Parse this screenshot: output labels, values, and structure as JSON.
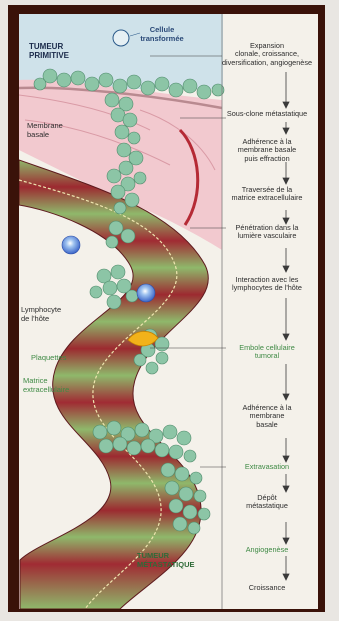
{
  "labels": {
    "cellule_transformee": "Cellule\ntransformée",
    "tumeur_primitive": "TUMEUR\nPRIMITIVE",
    "membrane_basale": "Membrane\nbasale",
    "lymphocyte": "Lymphocyte\nde l'hôte",
    "plaquettes": "Plaquettes",
    "matrice": "Matrice\nextracellulaire",
    "tumeur_metastatique": "TUMEUR\nMÉTASTATIQUE"
  },
  "steps": [
    "Expansion\nclonale, croissance,\ndiversification, angiogenèse",
    "Sous-clone métastatique",
    "Adhérence à la\nmembrane basale\npuis effraction",
    "Traversée de la\nmatrice extracellulaire",
    "Pénétration dans la\nlumière vasculaire",
    "Interaction avec les\nlymphocytes de l'hôte",
    "Embole cellulaire\ntumoral",
    "Adhérence à la\nmembrane\nbasale",
    "Extravasation",
    "Dépôt\nmétastatique",
    "Angiogenèse",
    "Croissance"
  ],
  "colors": {
    "frame": "#3a1209",
    "vessel_wall_red": "#9c2a30",
    "vessel_band_green": "#8fb86b",
    "cells": "#8cc5a6",
    "tissue_pink": "#f2c9cf",
    "text_green": "#3f8a45"
  }
}
